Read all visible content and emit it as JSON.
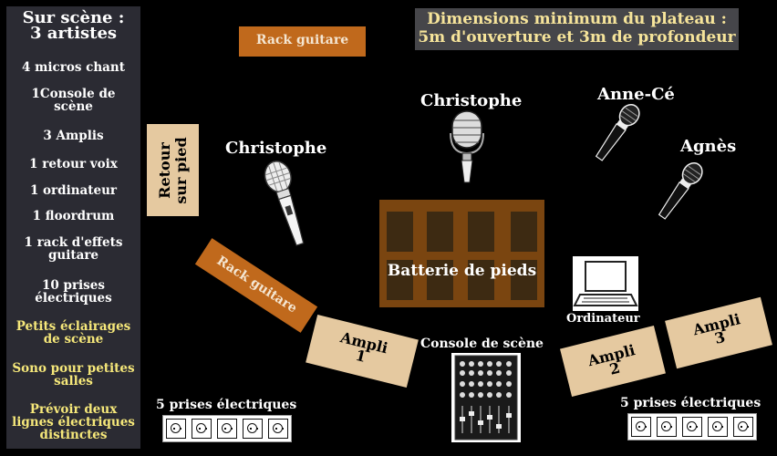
{
  "sidebar": {
    "title_line1": "Sur scène :",
    "title_line2": "3 artistes",
    "items": [
      {
        "line1": "4 micros chant",
        "line2": ""
      },
      {
        "line1": "1Console de",
        "line2": "scène"
      },
      {
        "line1": "3 Amplis",
        "line2": ""
      },
      {
        "line1": "1 retour voix",
        "line2": ""
      },
      {
        "line1": "1 ordinateur",
        "line2": ""
      },
      {
        "line1": "1 floordrum",
        "line2": ""
      },
      {
        "line1": "1 rack d'effets",
        "line2": "guitare"
      },
      {
        "line1": "10 prises",
        "line2": "électriques"
      }
    ],
    "notes": [
      {
        "line1": "Petits éclairages",
        "line2": "de scène",
        "line3": ""
      },
      {
        "line1": "Sono pour petites",
        "line2": "salles",
        "line3": ""
      },
      {
        "line1": "Prévoir deux",
        "line2": "lignes électriques",
        "line3": "distinctes"
      }
    ]
  },
  "notice": {
    "line1": "Dimensions minimum du plateau :",
    "line2": "5m d'ouverture et 3m de profondeur"
  },
  "stage": {
    "rack_top": "Rack guitare",
    "rack_angled": "Rack guitare",
    "retour_line1": "Retour",
    "retour_line2": "sur pied",
    "performers": {
      "christophe_left": "Christophe",
      "christophe_center": "Christophe",
      "anne_ce": "Anne-Cé",
      "agnes": "Agnès"
    },
    "drums": "Batterie de pieds",
    "computer": "Ordinateur",
    "console": "Console de scène",
    "amp1_line1": "Ampli",
    "amp1_line2": "1",
    "amp2_line1": "Ampli",
    "amp2_line2": "2",
    "amp3_line1": "Ampli",
    "amp3_line2": "3",
    "outlets_left": "5 prises électriques",
    "outlets_right": "5 prises électriques"
  },
  "colors": {
    "background": "#000000",
    "sidebar": "#2b2b33",
    "note_text": "#f6e87a",
    "tan": "#e5c9a0",
    "orange": "#c0691c",
    "drums": "#7a4510"
  },
  "icons": [
    "microphone-icon",
    "vintage-microphone-icon",
    "laptop-icon",
    "mixer-console-icon",
    "power-outlet-icon"
  ]
}
